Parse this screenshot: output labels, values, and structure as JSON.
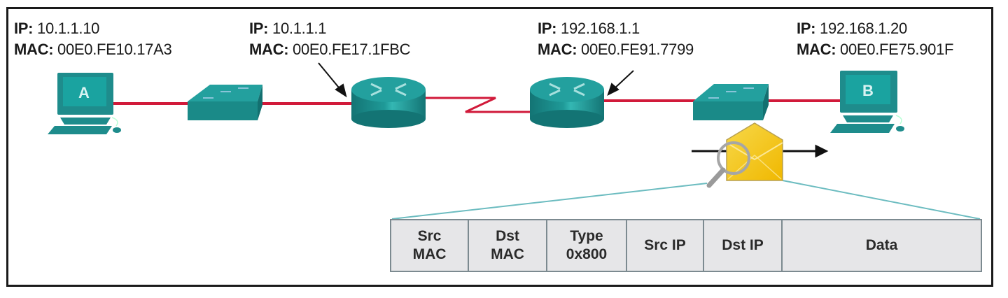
{
  "diagram": {
    "type": "network-topology-pdu",
    "link_color": "#d11a3a",
    "device_color": "#1e8c8c",
    "envelope_color": "#f3c21e"
  },
  "hosts": {
    "a": {
      "letter": "A",
      "ip_label": "IP:",
      "ip": "10.1.1.10",
      "mac_label": "MAC:",
      "mac": "00E0.FE10.17A3"
    },
    "b": {
      "letter": "B",
      "ip_label": "IP:",
      "ip": "192.168.1.20",
      "mac_label": "MAC:",
      "mac": "00E0.FE75.901F"
    }
  },
  "routers": {
    "r1": {
      "ip_label": "IP:",
      "ip": "10.1.1.1",
      "mac_label": "MAC:",
      "mac": "00E0.FE17.1FBC"
    },
    "r2": {
      "ip_label": "IP:",
      "ip": "192.168.1.1",
      "mac_label": "MAC:",
      "mac": "00E0.FE91.7799"
    }
  },
  "pdu": {
    "fields": [
      {
        "line1": "Src",
        "line2": "MAC"
      },
      {
        "line1": "Dst",
        "line2": "MAC"
      },
      {
        "line1": "Type",
        "line2": "0x800"
      },
      {
        "line1": "Src IP",
        "line2": ""
      },
      {
        "line1": "Dst IP",
        "line2": ""
      },
      {
        "line1": "Data",
        "line2": ""
      }
    ]
  }
}
